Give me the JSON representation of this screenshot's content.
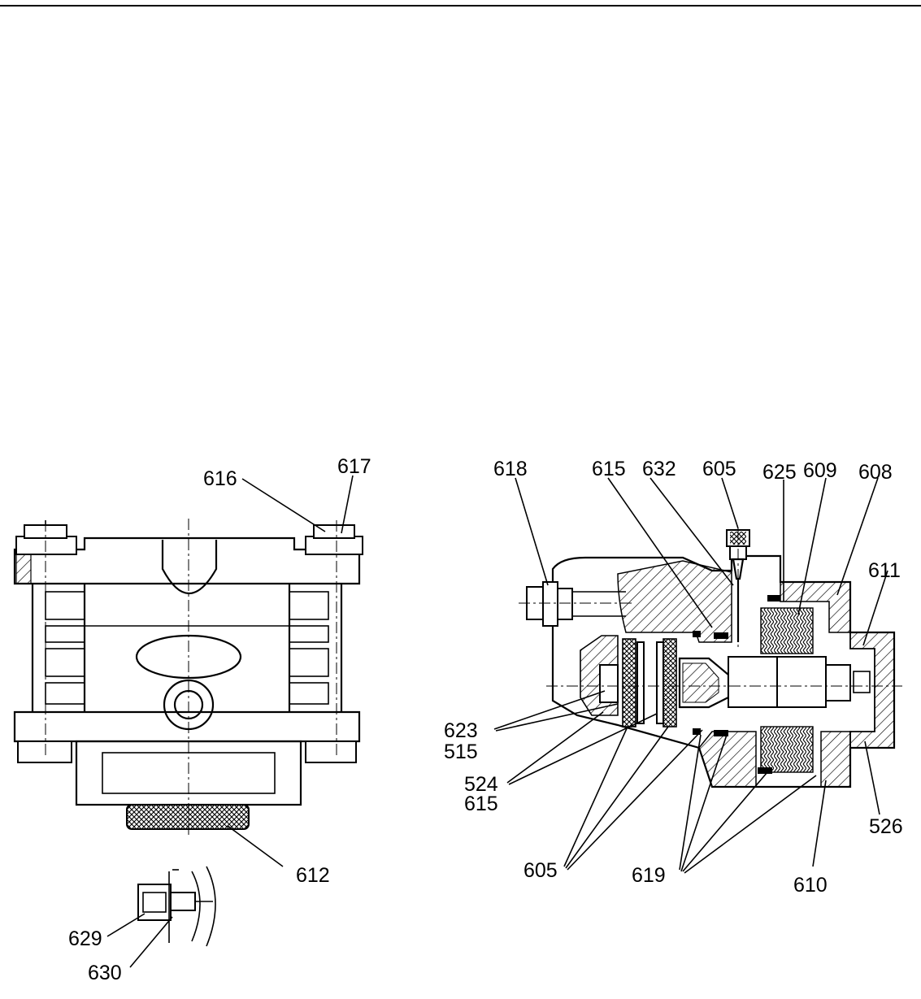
{
  "left_view": {
    "labels": {
      "l616": "616",
      "l617": "617",
      "l612": "612",
      "l629": "629",
      "l630": "630"
    }
  },
  "right_view": {
    "labels": {
      "l618": "618",
      "l615_top": "615",
      "l632": "632",
      "l605_top": "605",
      "l625": "625",
      "l609": "609",
      "l608": "608",
      "l611": "611",
      "l623": "623",
      "l515": "515",
      "l524": "524",
      "l615_bottom": "615",
      "l605_bottom": "605",
      "l619": "619",
      "l610": "610",
      "l526": "526"
    }
  },
  "colors": {
    "ink": "#000000",
    "paper": "#ffffff"
  }
}
